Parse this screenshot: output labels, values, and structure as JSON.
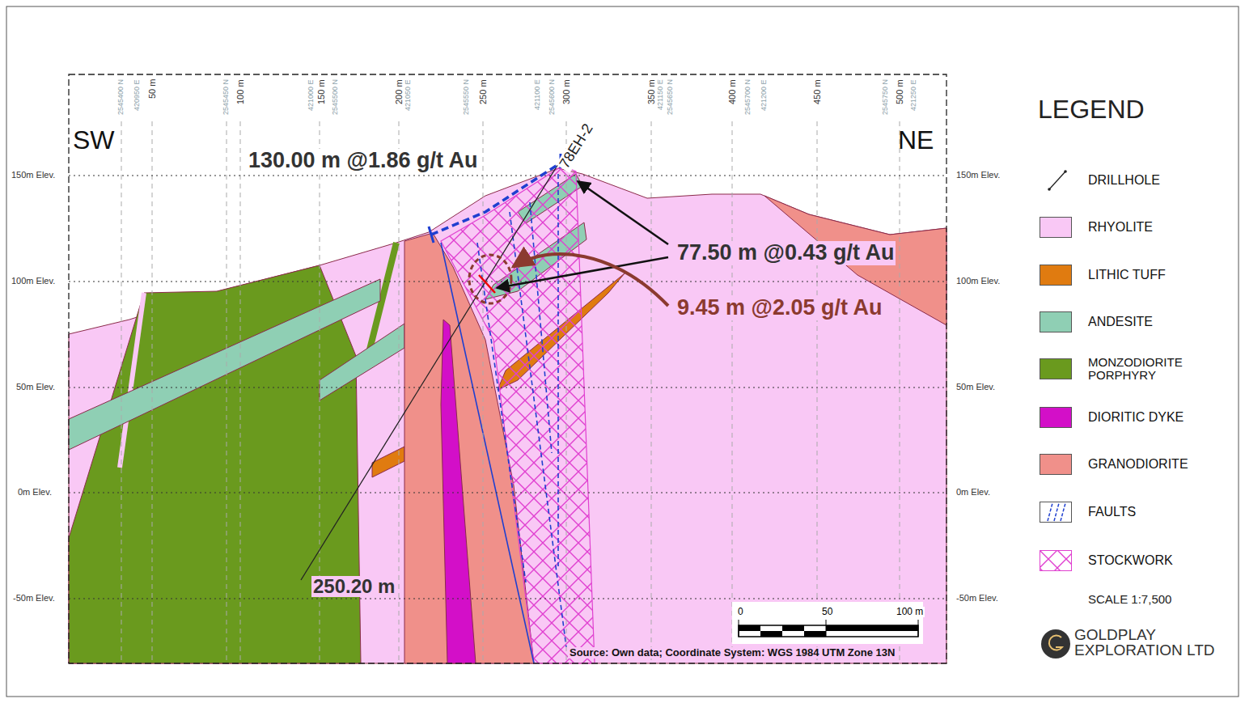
{
  "diagram": {
    "labels": [
      "SW",
      "NE",
      "150m Elev.",
      "100m Elev.",
      "50m Elev.",
      "0m Elev.",
      "-50m Elev.",
      "150m Elev.",
      "100m Elev.",
      "50m Elev.",
      "0m Elev.",
      "-50m Elev.",
      "2545400 N",
      "420950 E",
      "50 m",
      "2545450 N",
      "100 m",
      "421000 E",
      "150 m",
      "2545500 N",
      "200 m",
      "421050 E",
      "2545550 N",
      "250 m",
      "421100 E",
      "2545600 N",
      "300 m",
      "350 m",
      "421150 E",
      "2545650 N",
      "400 m",
      "2545700 N",
      "421200 E",
      "450 m",
      "2545750 N",
      "500 m",
      "421250 E",
      "130.00 m @1.86 g/t Au",
      "78EH-2",
      "77.50 m @0.43 g/t Au",
      "9.45 m @2.05 g/t Au",
      "250.20 m",
      "0",
      "50",
      "100 m",
      "Source: Own data; Coordinate System: WGS 1984 UTM Zone 13N",
      "LEGEND",
      "SCALE 1:7,500",
      "GOLDPLAY EXPLORATION LTD"
    ],
    "legend": [
      {
        "text": "DRILLHOLE"
      },
      {
        "text": "RHYOLITE",
        "color": "#f9c8f5"
      },
      {
        "text": "LITHIC TUFF",
        "color": "#e07b10"
      },
      {
        "text": "ANDESITE",
        "color": "#8fcfb4"
      },
      {
        "text": "MONZODIORITE PORPHYRY",
        "color": "#6a9a1e"
      },
      {
        "text": "DIORITIC DYKE",
        "color": "#d30fc8"
      },
      {
        "text": "GRANODIORITE",
        "color": "#f0908a"
      },
      {
        "text": "FAULTS"
      },
      {
        "text": "STOCKWORK"
      }
    ]
  }
}
